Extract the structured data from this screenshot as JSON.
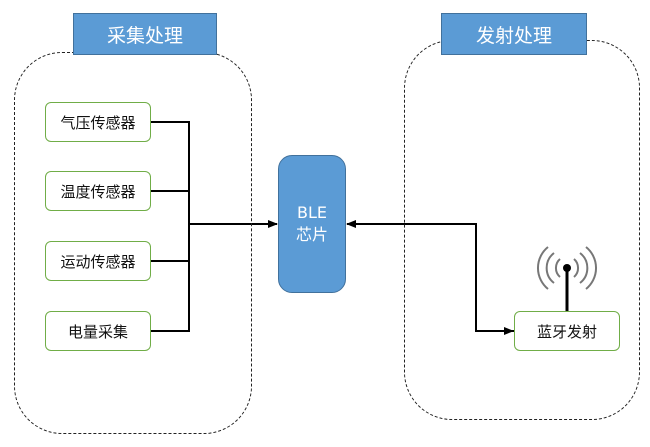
{
  "regions": {
    "acquisition": {
      "title": "采集处理",
      "sensors": [
        "气压传感器",
        "温度传感器",
        "运动传感器",
        "电量采集"
      ]
    },
    "transmit": {
      "title": "发射处理",
      "bluetooth_label": "蓝牙发射"
    }
  },
  "chip": {
    "line1": "BLE",
    "line2": "芯片"
  },
  "colors": {
    "title_fill": "#5b9bd5",
    "sensor_border": "#70ad47",
    "chip_fill": "#5b9bd5"
  },
  "icons": {
    "antenna": "antenna-icon"
  }
}
